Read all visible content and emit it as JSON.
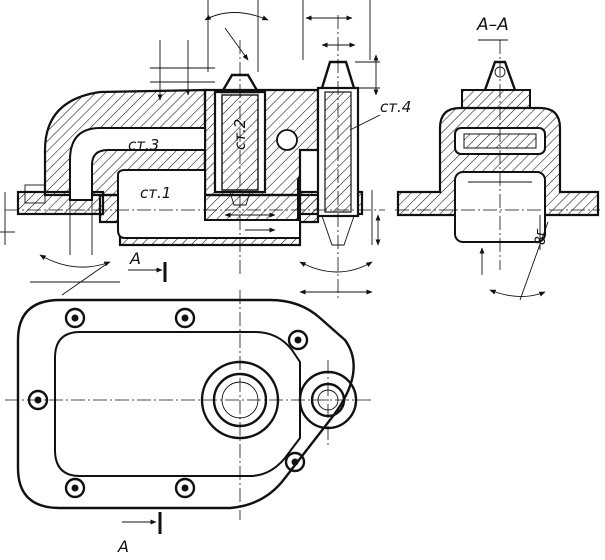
{
  "drawing": {
    "section_title": "А–А",
    "labels": {
      "wall_1": "ст.1",
      "wall_2": "ст.2",
      "wall_3": "ст.3",
      "wall_4": "ст.4",
      "rib_8": "8г"
    },
    "cut_marks": {
      "top": "А",
      "bottom": "А"
    }
  }
}
